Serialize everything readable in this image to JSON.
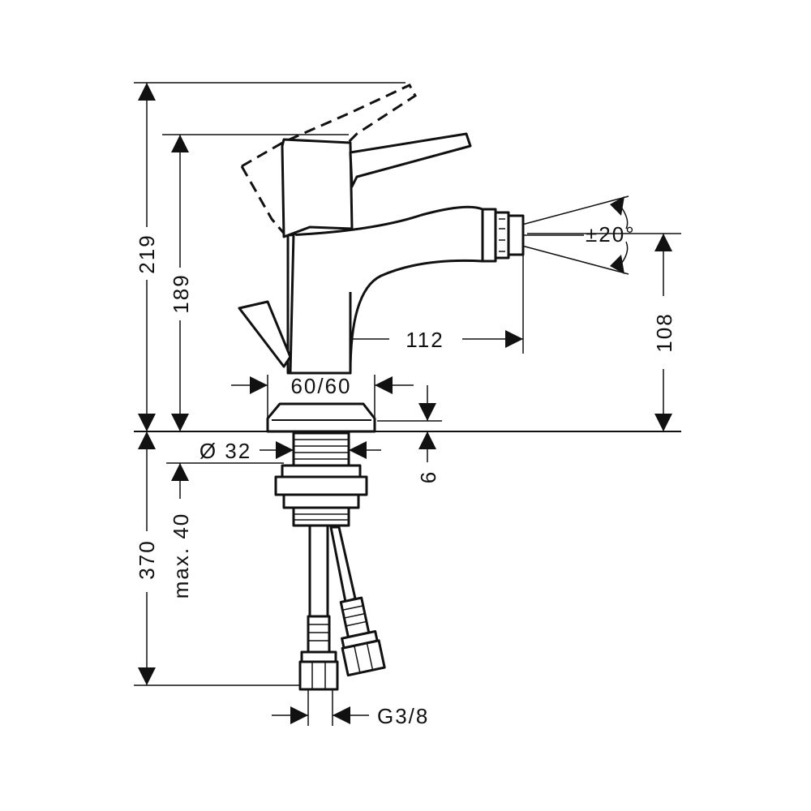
{
  "dimensions": {
    "total_height": "219",
    "lever_height": "189",
    "spout_reach": "112",
    "spout_height": "108",
    "base": "60/60",
    "hole_diameter": "Ø 32",
    "base_thickness": "6",
    "hose_length": "370",
    "max_thickness": "max. 40",
    "connection": "G3/8",
    "swivel_angle": "±20°"
  }
}
